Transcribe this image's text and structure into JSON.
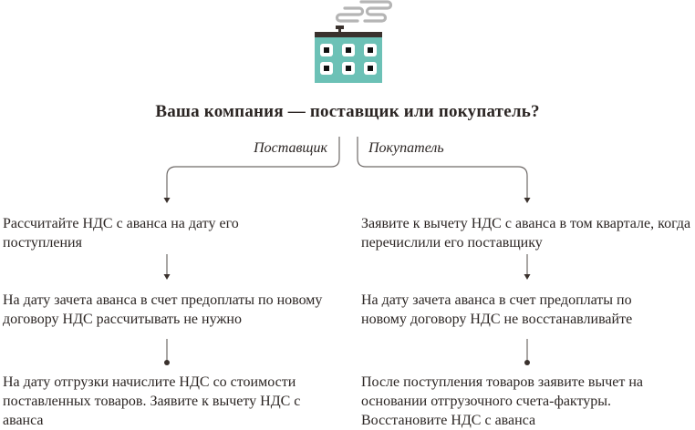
{
  "title": "Ваша компания — поставщик или покупатель?",
  "branches": {
    "supplier": {
      "label": "Поставщик",
      "steps": [
        "Рассчитайте НДС с аванса на дату его поступления",
        "На дату зачета аванса в счет предоплаты по новому договору НДС рассчитывать не нужно",
        "На дату отгрузки начислите НДС со стоимости поставленных товаров. Заявите к вычету НДС с аванса"
      ]
    },
    "buyer": {
      "label": "Покупатель",
      "steps": [
        "Заявите к вычету НДС с аванса в том квартале, когда перечислили его поставщику",
        "На дату зачета аванса в счет предоплаты по новому договору НДС не восстанавливайте",
        "После поступления товаров заявите вычет на основании отгрузочного счета-фактуры. Восстановите НДС с аванса"
      ]
    }
  },
  "icon": {
    "name": "factory-icon",
    "body_color": "#6cc1b6",
    "roof_color": "#3a312d",
    "smoke_color": "#b5b5b5",
    "window_color": "#ffffff",
    "window_center_color": "#111111"
  },
  "colors": {
    "text": "#2b2523",
    "line": "#6f6a68"
  }
}
